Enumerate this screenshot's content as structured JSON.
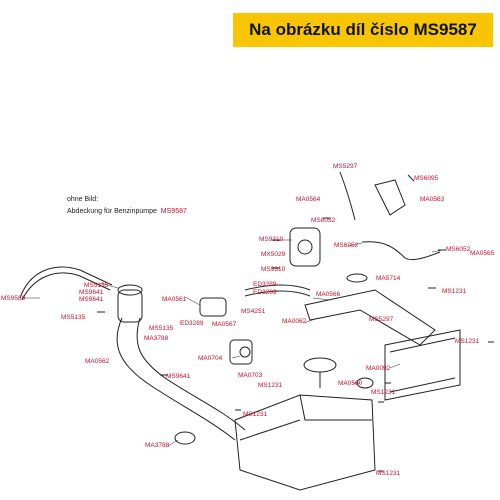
{
  "header": {
    "title": "Na obrázku díl číslo MS9587"
  },
  "notes": {
    "line1": "ohne Bild:",
    "line2_text": "Abdeckung für Benzinpumpe",
    "line2_code": "MS9587"
  },
  "colors": {
    "banner": "#f7c600",
    "label": "#c8102e",
    "line": "#222222"
  },
  "labels": [
    {
      "code": "MS5297"
    },
    {
      "code": "MS6095"
    },
    {
      "code": "MA0564"
    },
    {
      "code": "MA0563"
    },
    {
      "code": "MS8052"
    },
    {
      "code": "MS9310"
    },
    {
      "code": "MS6052"
    },
    {
      "code": "MS6052"
    },
    {
      "code": "MA0565"
    },
    {
      "code": "MX5029"
    },
    {
      "code": "MS9310"
    },
    {
      "code": "MA5714"
    },
    {
      "code": "MS5135"
    },
    {
      "code": "MS9641"
    },
    {
      "code": "MS9641"
    },
    {
      "code": "MS9580"
    },
    {
      "code": "MA0561"
    },
    {
      "code": "ED3289"
    },
    {
      "code": "ED3289"
    },
    {
      "code": "MA0566"
    },
    {
      "code": "MS1231"
    },
    {
      "code": "MS4251"
    },
    {
      "code": "MS5135"
    },
    {
      "code": "MS5135"
    },
    {
      "code": "ED3289"
    },
    {
      "code": "MA0567"
    },
    {
      "code": "MA0062"
    },
    {
      "code": "MS5297"
    },
    {
      "code": "MA3788"
    },
    {
      "code": "MS1231"
    },
    {
      "code": "MA0562"
    },
    {
      "code": "MA0704"
    },
    {
      "code": "MS9641"
    },
    {
      "code": "MA0092"
    },
    {
      "code": "MA0703"
    },
    {
      "code": "MS1231"
    },
    {
      "code": "MA0560"
    },
    {
      "code": "MS1231"
    },
    {
      "code": "MS1231"
    },
    {
      "code": "MA3788"
    },
    {
      "code": "MS1231"
    }
  ]
}
